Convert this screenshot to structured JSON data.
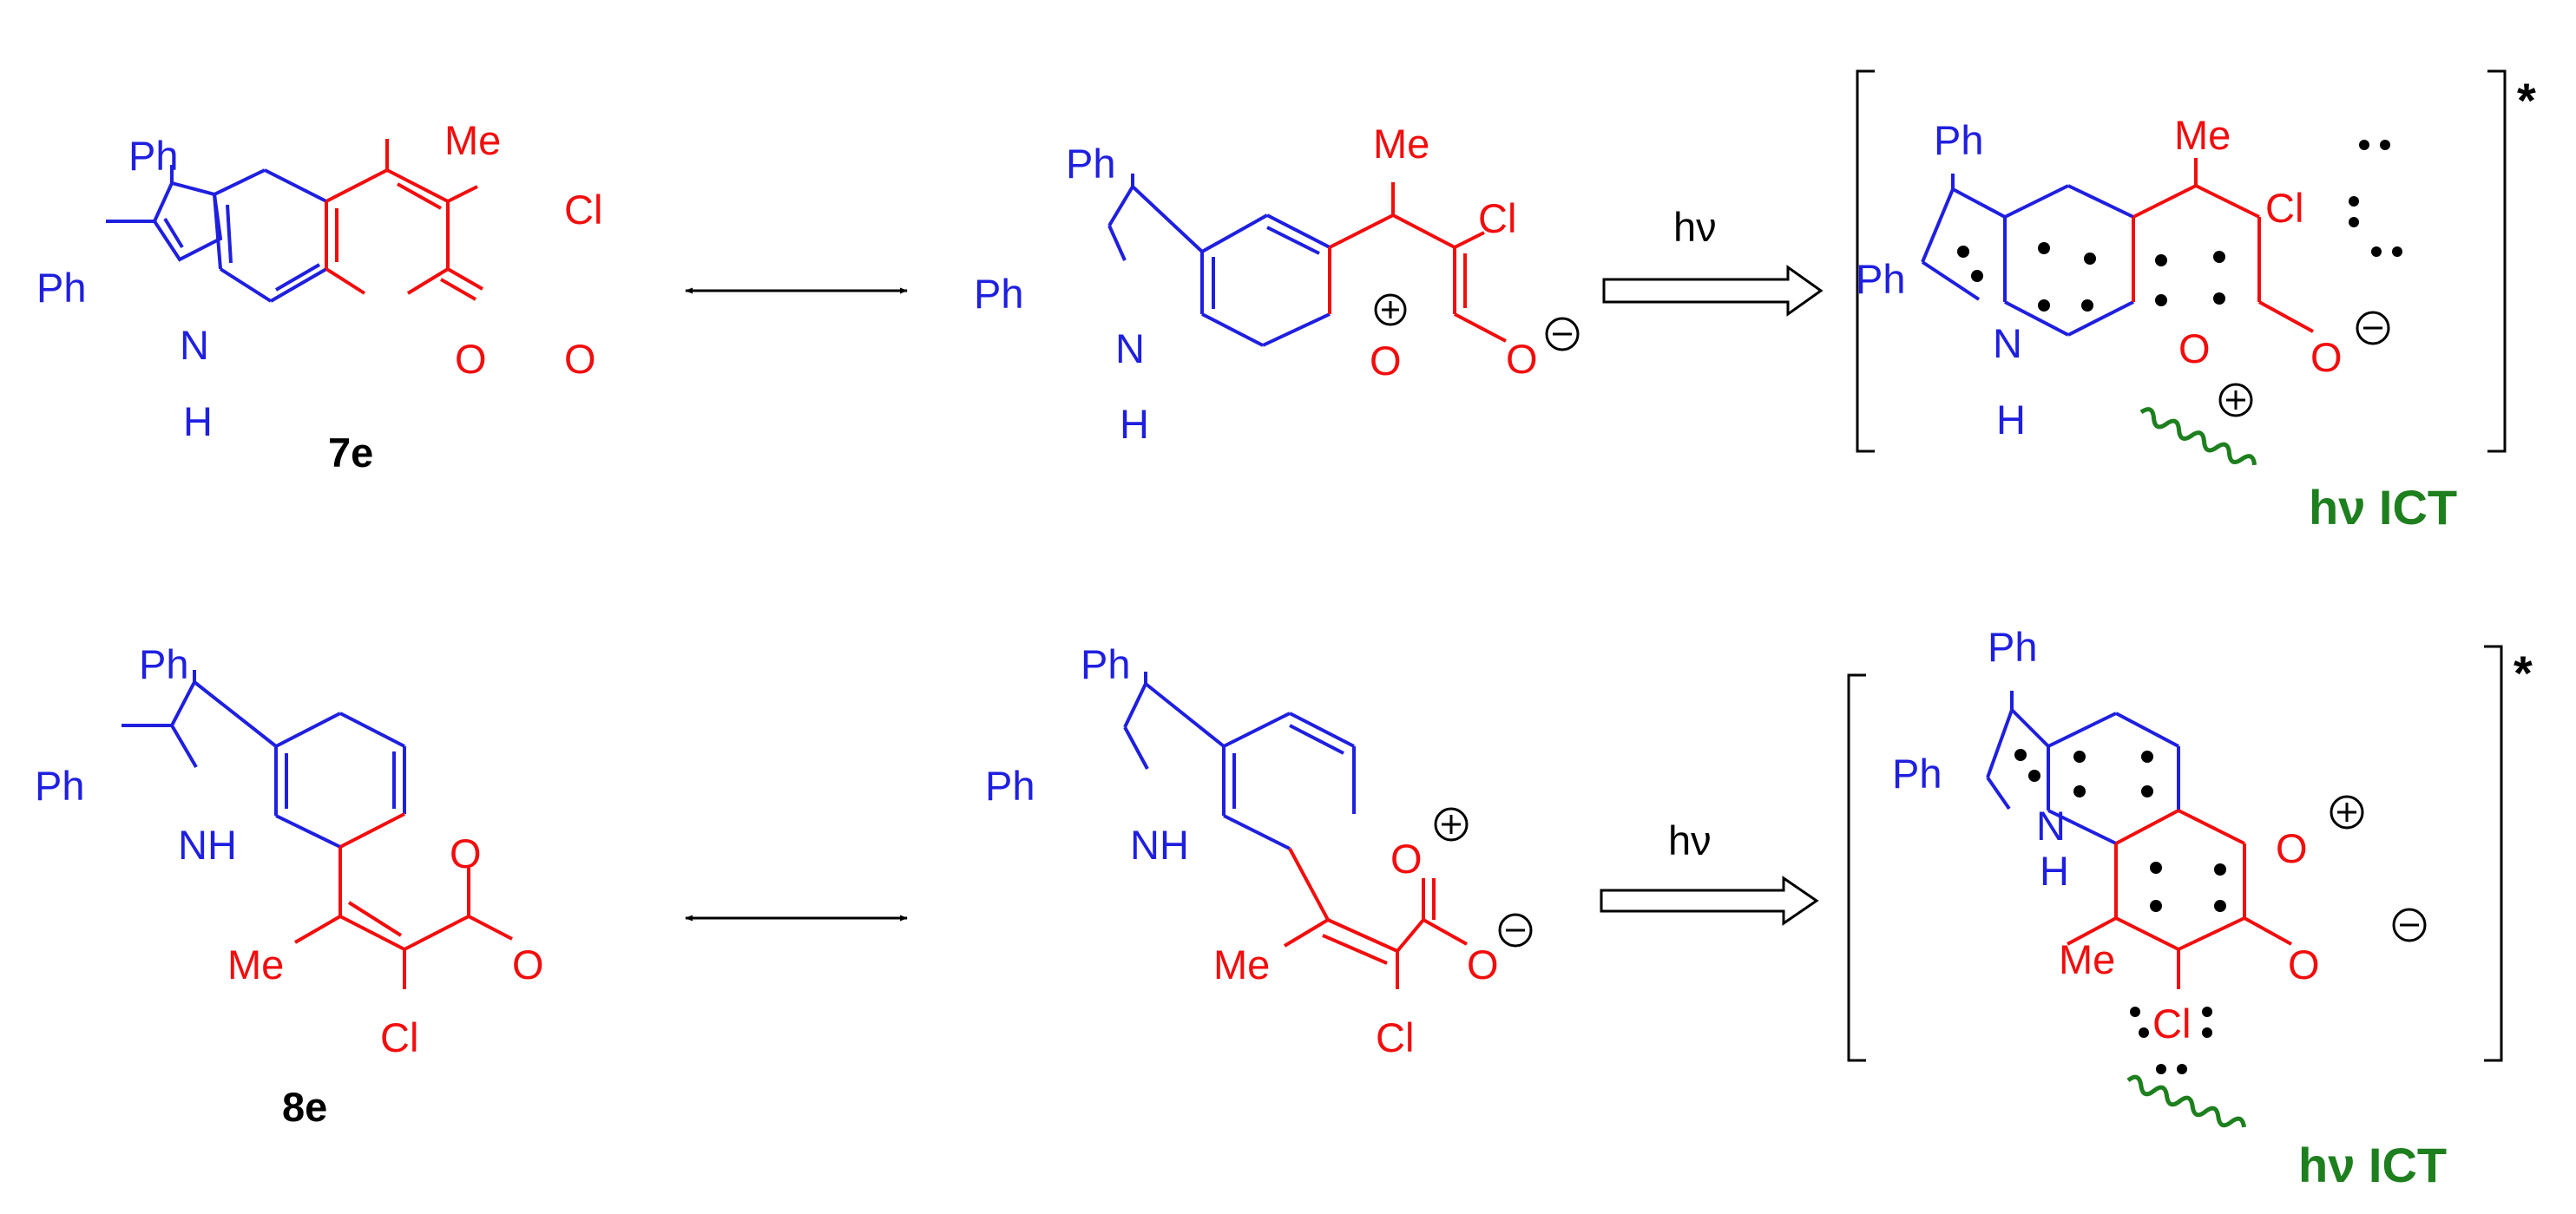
{
  "colors": {
    "donor": "#1f1fe0",
    "acceptor": "#f20d0d",
    "ict": "#1e7f1e",
    "ink": "#000000"
  },
  "atoms": {
    "ph": "Ph",
    "me": "Me",
    "cl": "Cl",
    "o": "O",
    "n": "N",
    "nh": "NH",
    "h": "H"
  },
  "compounds": {
    "c7e": "7e",
    "c8e": "8e"
  },
  "arrows": {
    "hv": "hν"
  },
  "ict_label": "hν ICT",
  "excited_marker": "*",
  "icons": [
    "resonance-arrow",
    "photoexcitation-arrow",
    "wavy-emission-arrow",
    "plus-charge-circle",
    "minus-charge-circle"
  ]
}
